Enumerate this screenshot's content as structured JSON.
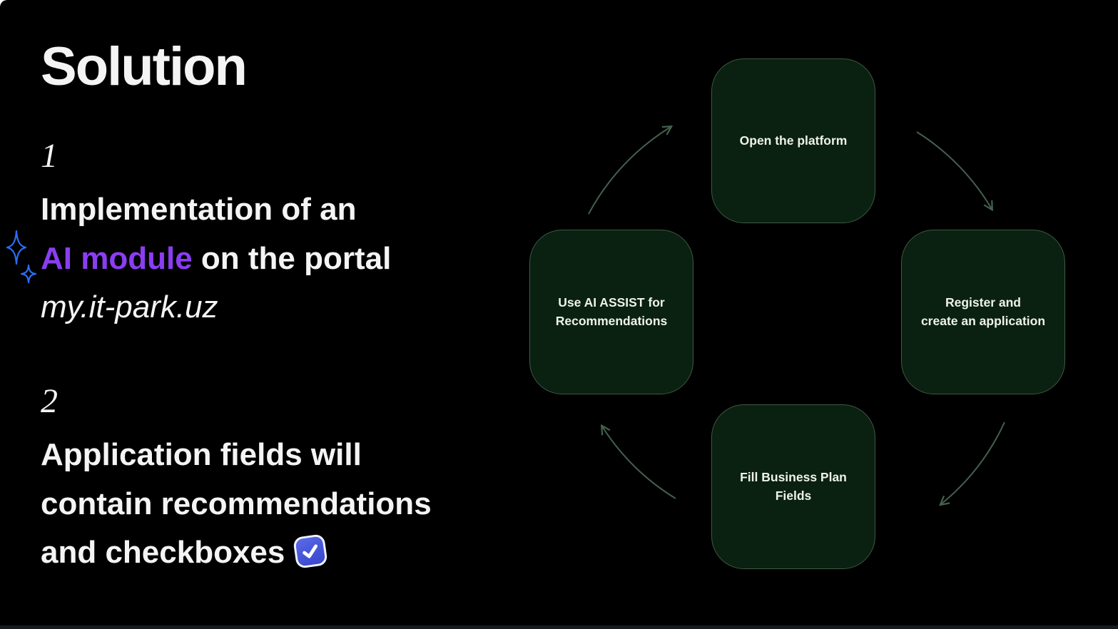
{
  "slide": {
    "title": "Solution"
  },
  "colors": {
    "page-bg": "#ffffff",
    "slide-bg": "#000000",
    "text-primary": "#f4f4f4",
    "accent-purple": "#8b3df2",
    "sparkle-blue": "#2b6cf6",
    "box-fill": "#0a2010",
    "box-border": "#3e5a46",
    "box-text": "#eef2ea",
    "arrow-color": "#44604d",
    "checkbox-blue": "#4353d6",
    "bottom-bar": "#171a20"
  },
  "points": [
    {
      "number": "1",
      "line1": "Implementation of an",
      "highlight": "AI module",
      "line2_rest": " on the portal",
      "portal_url": "my.it-park.uz",
      "icon": "sparkles-icon"
    },
    {
      "number": "2",
      "line1": "Application fields will",
      "line2": "contain recommendations",
      "line3": "and checkboxes",
      "icon": "checkbox-checked-icon"
    }
  ],
  "diagram": {
    "flow_direction": "clockwise",
    "steps": [
      {
        "id": "open-platform",
        "position": "top",
        "label": "Open the platform"
      },
      {
        "id": "register",
        "position": "right",
        "label": "Register and\ncreate an application"
      },
      {
        "id": "fill-fields",
        "position": "bottom",
        "label": "Fill Business Plan\nFields"
      },
      {
        "id": "ai-assist",
        "position": "left",
        "label": "Use AI ASSIST for\nRecommendations"
      }
    ]
  }
}
